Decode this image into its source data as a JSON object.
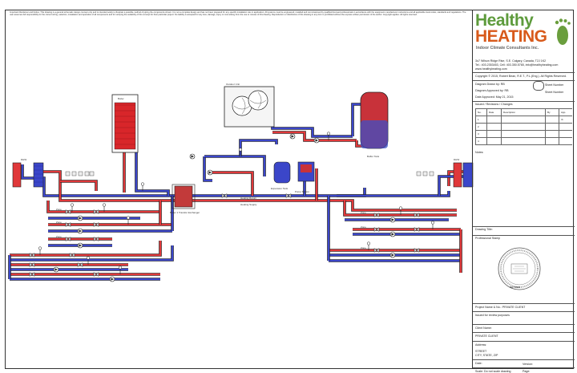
{
  "disclaimer": "Important Disclaimer and Notice. This drawing is a general schematic design concept only and is intended solely to illustrate a possible method of piping the components shown. It is not a complete design and has not been prepared for any specific installation site or application. All systems must be engineered, installed and commissioned by qualified licensed professionals in accordance with the equipment manufacturer instructions and all applicable local codes, standards and regulations. The user assumes full responsibility for the correct sizing, selection, installation and operation of all components and for verifying the suitability of this concept for their particular project. No liability is accepted for any loss, damage, injury or cost arising from the use or misuse of this drawing. Reproduction or distribution of this drawing in any form is prohibited without the express written permission of the author. Copyright applies. All rights reserved.",
  "brand": {
    "line1": "Healthy",
    "line2": "HEATING",
    "line3": "Indoor Climate Consultants Inc."
  },
  "contact": {
    "address": "3o7 Wilson Ridge Rise, S.E. Calgary, Canada, T2J 1K2",
    "phone": "Tel.: 403.2353453, Cell: 403.350.5765, info@healthyheating.com",
    "web": "www.healthyheating.com"
  },
  "copyright": "Copyright © 2015, Robert Bean, R.E.T., P.L.(Eng.). All Rights Reserved.",
  "meta": {
    "drawn_by": "Diagram Drawn by: RB",
    "approved_by": "Diagram Approved by: RB",
    "date": "Date Approved: May 21, 2015",
    "issued": "Issued / Revisions / Changes",
    "sheet_number": "Sheet Number",
    "sheet_count": "Sheet Number"
  },
  "revisions": {
    "headers": [
      "No.",
      "Date",
      "Description",
      "By",
      "App."
    ],
    "rows": [
      [
        "1",
        "",
        "",
        "",
        "rb"
      ],
      [
        "2",
        "",
        "",
        "",
        ""
      ],
      [
        "3",
        "",
        "",
        "",
        ""
      ],
      [
        "4",
        "",
        "",
        "",
        ""
      ]
    ]
  },
  "notes_label": "Notes:",
  "drawing_title_label": "Drawing Title:",
  "seal_label": "Professional Stamp",
  "seal_text": "RETIRED",
  "project": {
    "name_label": "Project Name & No.: PRIVATE CLIENT",
    "name_value": "Issued for review purposes",
    "client_label": "Client Name:",
    "client_value": "PRIVATE CLIENT",
    "address_label": "Address:",
    "address_line1": "STREET",
    "address_line2": "CITY, STATE, ZIP",
    "date_label": "Date:",
    "version_label": "Version:",
    "scale_label": "Scale: Do not scale drawing",
    "page_label": "Page:"
  },
  "diagram_labels": {
    "heat_pump": "Outdoor Unit",
    "boiler": "Boiler",
    "tank": "Buffer Tank",
    "hx": "Boiler 1 Transfer Exchanger",
    "expansion": "Expansion Tank",
    "pump_station": "Pump Station",
    "header_left": "Heating Return",
    "header_right": "Heating Supply",
    "dhw": "DHW",
    "zone": "Zone"
  },
  "colors": {
    "supply": "#e0383a",
    "return": "#3b46c9",
    "boiler": "#d8262a",
    "tank": "#c8323a",
    "brand_green": "#5e9b3c",
    "brand_orange": "#d85a1b"
  }
}
